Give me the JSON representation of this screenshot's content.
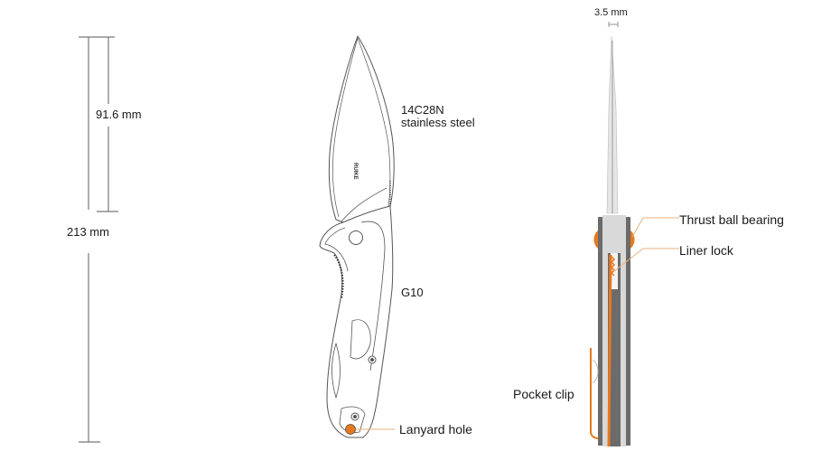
{
  "dimensions": {
    "blade_length": "91.6 mm",
    "overall_length": "213 mm",
    "blade_thickness": "3.5 mm"
  },
  "front_view": {
    "blade_material_line1": "14C28N",
    "blade_material_line2": "stainless  steel",
    "blade_logo": "RUIKE",
    "handle_material": "G10",
    "callout_lanyard": "Lanyard hole"
  },
  "side_view": {
    "callout_bearing": "Thrust ball bearing",
    "callout_liner": "Liner lock",
    "callout_clip": "Pocket clip"
  },
  "colors": {
    "accent_orange": "#e8781e",
    "leader_line": "#e9b27c",
    "outline": "#555555",
    "dimension_line": "#777777",
    "handle_dark": "#6b6b6b",
    "handle_light": "#d9d9d9"
  }
}
